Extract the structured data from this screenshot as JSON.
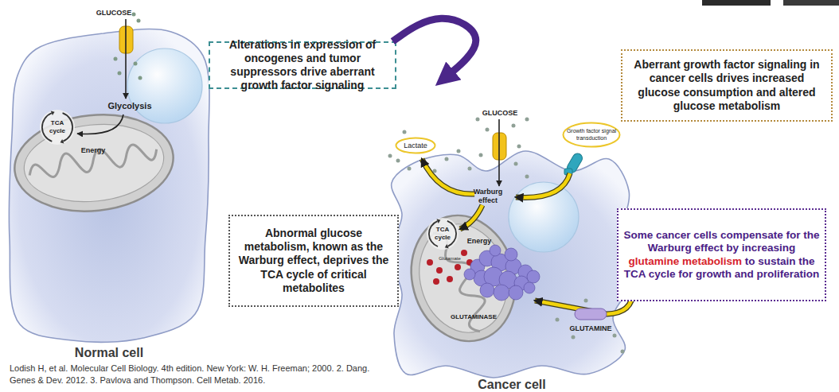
{
  "diagram": {
    "nodes": [
      {
        "text": [
          "Alterations in expression of oncogenes and tumor suppressors drive aberrant growth factor signaling"
        ]
      },
      {
        "text": [
          "Aberrant growth factor signaling in cancer cells drives increased glucose consumption and altered glucose metabolism"
        ]
      },
      {
        "text": [
          "Normal cell"
        ]
      },
      {
        "text": [
          "TCA cycle"
        ],
        "in": 2
      },
      {
        "text": [
          "Lactate"
        ]
      },
      {
        "text": [
          "Growth factor signal transduction"
        ]
      },
      {
        "text": [
          "Abnormal glucose metabolism, known as the Warburg effect, deprives the TCA cycle of critical metabolites"
        ]
      },
      {
        "text": [
          "Cancer cell"
        ]
      },
      {
        "text": [
          "TCA cycle"
        ],
        "in": 7
      },
      {
        "text": [
          "Some cancer cells compensate for the Warburg effect by increasing",
          "glutamine metabolism",
          "to sustain the TCA cycle for growth and proliferation"
        ]
      }
    ],
    "edges": [
      {
        "from": 0,
        "to": 7,
        "arrow": "to"
      }
    ],
    "labels": [
      "GLUCOSE",
      "Glycolysis",
      "Energy",
      "GLUCOSE",
      "Warburg effect",
      "Energy",
      "Glutamate",
      "GLUTAMINASE",
      "GLUTAMINE",
      "Lodish H, et al. Molecular Cell Biology. 4th edition. New York: W. H. Freeman; 2000. 2. Dang. Genes & Dev. 2012. 3. Pavlova and Thompson. Cell Metab. 2016."
    ]
  }
}
